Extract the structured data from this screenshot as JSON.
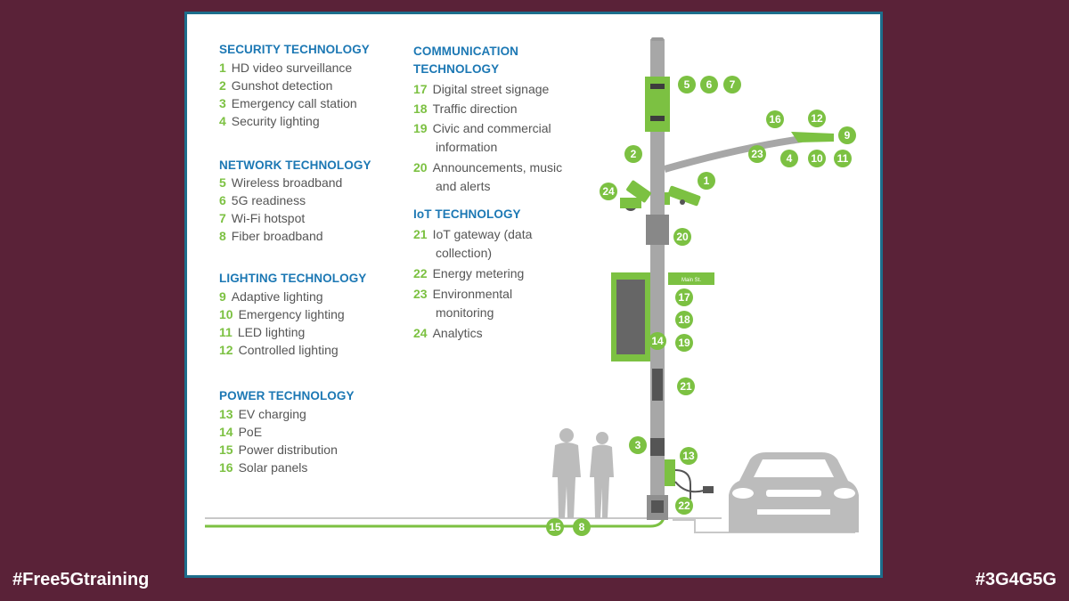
{
  "hashtags": {
    "left": "#Free5Gtraining",
    "right": "#3G4G5G"
  },
  "colors": {
    "background": "#5a2238",
    "frame_border": "#1c6e8c",
    "heading": "#1c78b4",
    "accent_green": "#7cc142",
    "text": "#555555",
    "pole": "#a7a7a7"
  },
  "sections": [
    {
      "title": "SECURITY TECHNOLOGY",
      "items": [
        {
          "num": "1",
          "text": "HD video surveillance"
        },
        {
          "num": "2",
          "text": "Gunshot detection"
        },
        {
          "num": "3",
          "text": "Emergency call station"
        },
        {
          "num": "4",
          "text": "Security lighting"
        }
      ]
    },
    {
      "title": "NETWORK TECHNOLOGY",
      "items": [
        {
          "num": "5",
          "text": "Wireless broadband"
        },
        {
          "num": "6",
          "text": "5G readiness"
        },
        {
          "num": "7",
          "text": "Wi-Fi hotspot"
        },
        {
          "num": "8",
          "text": "Fiber broadband"
        }
      ]
    },
    {
      "title": "LIGHTING TECHNOLOGY",
      "items": [
        {
          "num": "9",
          "text": "Adaptive lighting"
        },
        {
          "num": "10",
          "text": "Emergency lighting"
        },
        {
          "num": "11",
          "text": "LED lighting"
        },
        {
          "num": "12",
          "text": "Controlled lighting"
        }
      ]
    },
    {
      "title": "POWER TECHNOLOGY",
      "items": [
        {
          "num": "13",
          "text": "EV charging"
        },
        {
          "num": "14",
          "text": "PoE"
        },
        {
          "num": "15",
          "text": "Power distribution"
        },
        {
          "num": "16",
          "text": "Solar panels"
        }
      ]
    },
    {
      "title": "COMMUNICATION TECHNOLOGY",
      "items": [
        {
          "num": "17",
          "text": "Digital street signage"
        },
        {
          "num": "18",
          "text": "Traffic direction"
        },
        {
          "num": "19",
          "text": "Civic and commercial information"
        },
        {
          "num": "20",
          "text": "Announcements, music and alerts"
        }
      ]
    },
    {
      "title": "IoT TECHNOLOGY",
      "items": [
        {
          "num": "21",
          "text": "IoT gateway (data collection)"
        },
        {
          "num": "22",
          "text": "Energy metering"
        },
        {
          "num": "23",
          "text": "Environmental monitoring"
        },
        {
          "num": "24",
          "text": "Analytics"
        }
      ]
    }
  ],
  "diagram": {
    "street_sign": "Main St.",
    "callouts": [
      "1",
      "2",
      "3",
      "4",
      "5",
      "6",
      "7",
      "8",
      "9",
      "10",
      "11",
      "12",
      "13",
      "14",
      "15",
      "16",
      "17",
      "18",
      "19",
      "20",
      "21",
      "22",
      "23",
      "24"
    ]
  }
}
